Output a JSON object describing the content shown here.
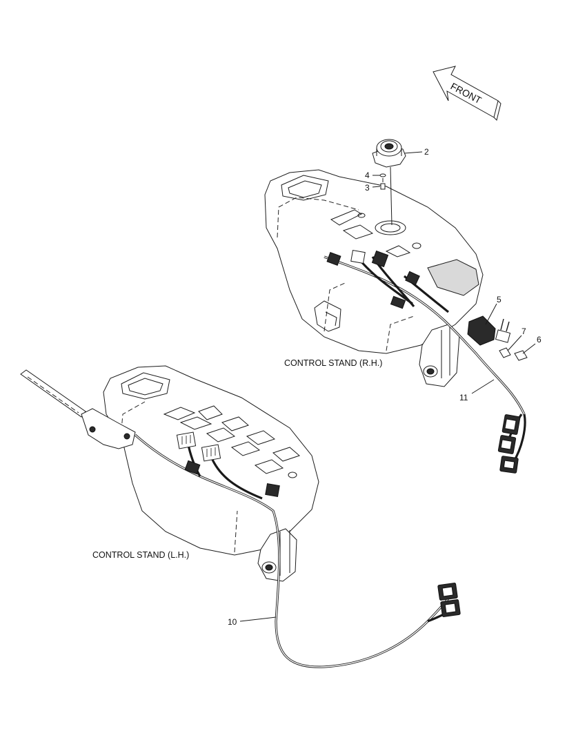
{
  "front_arrow": {
    "label": "FRONT"
  },
  "captions": {
    "rh": "CONTROL STAND (R.H.)",
    "lh": "CONTROL STAND (L.H.)"
  },
  "callouts": [
    {
      "id": "c2",
      "text": "2"
    },
    {
      "id": "c4",
      "text": "4"
    },
    {
      "id": "c3",
      "text": "3"
    },
    {
      "id": "c5",
      "text": "5"
    },
    {
      "id": "c7",
      "text": "7"
    },
    {
      "id": "c6",
      "text": "6"
    },
    {
      "id": "c11",
      "text": "11"
    },
    {
      "id": "c10",
      "text": "10"
    }
  ]
}
